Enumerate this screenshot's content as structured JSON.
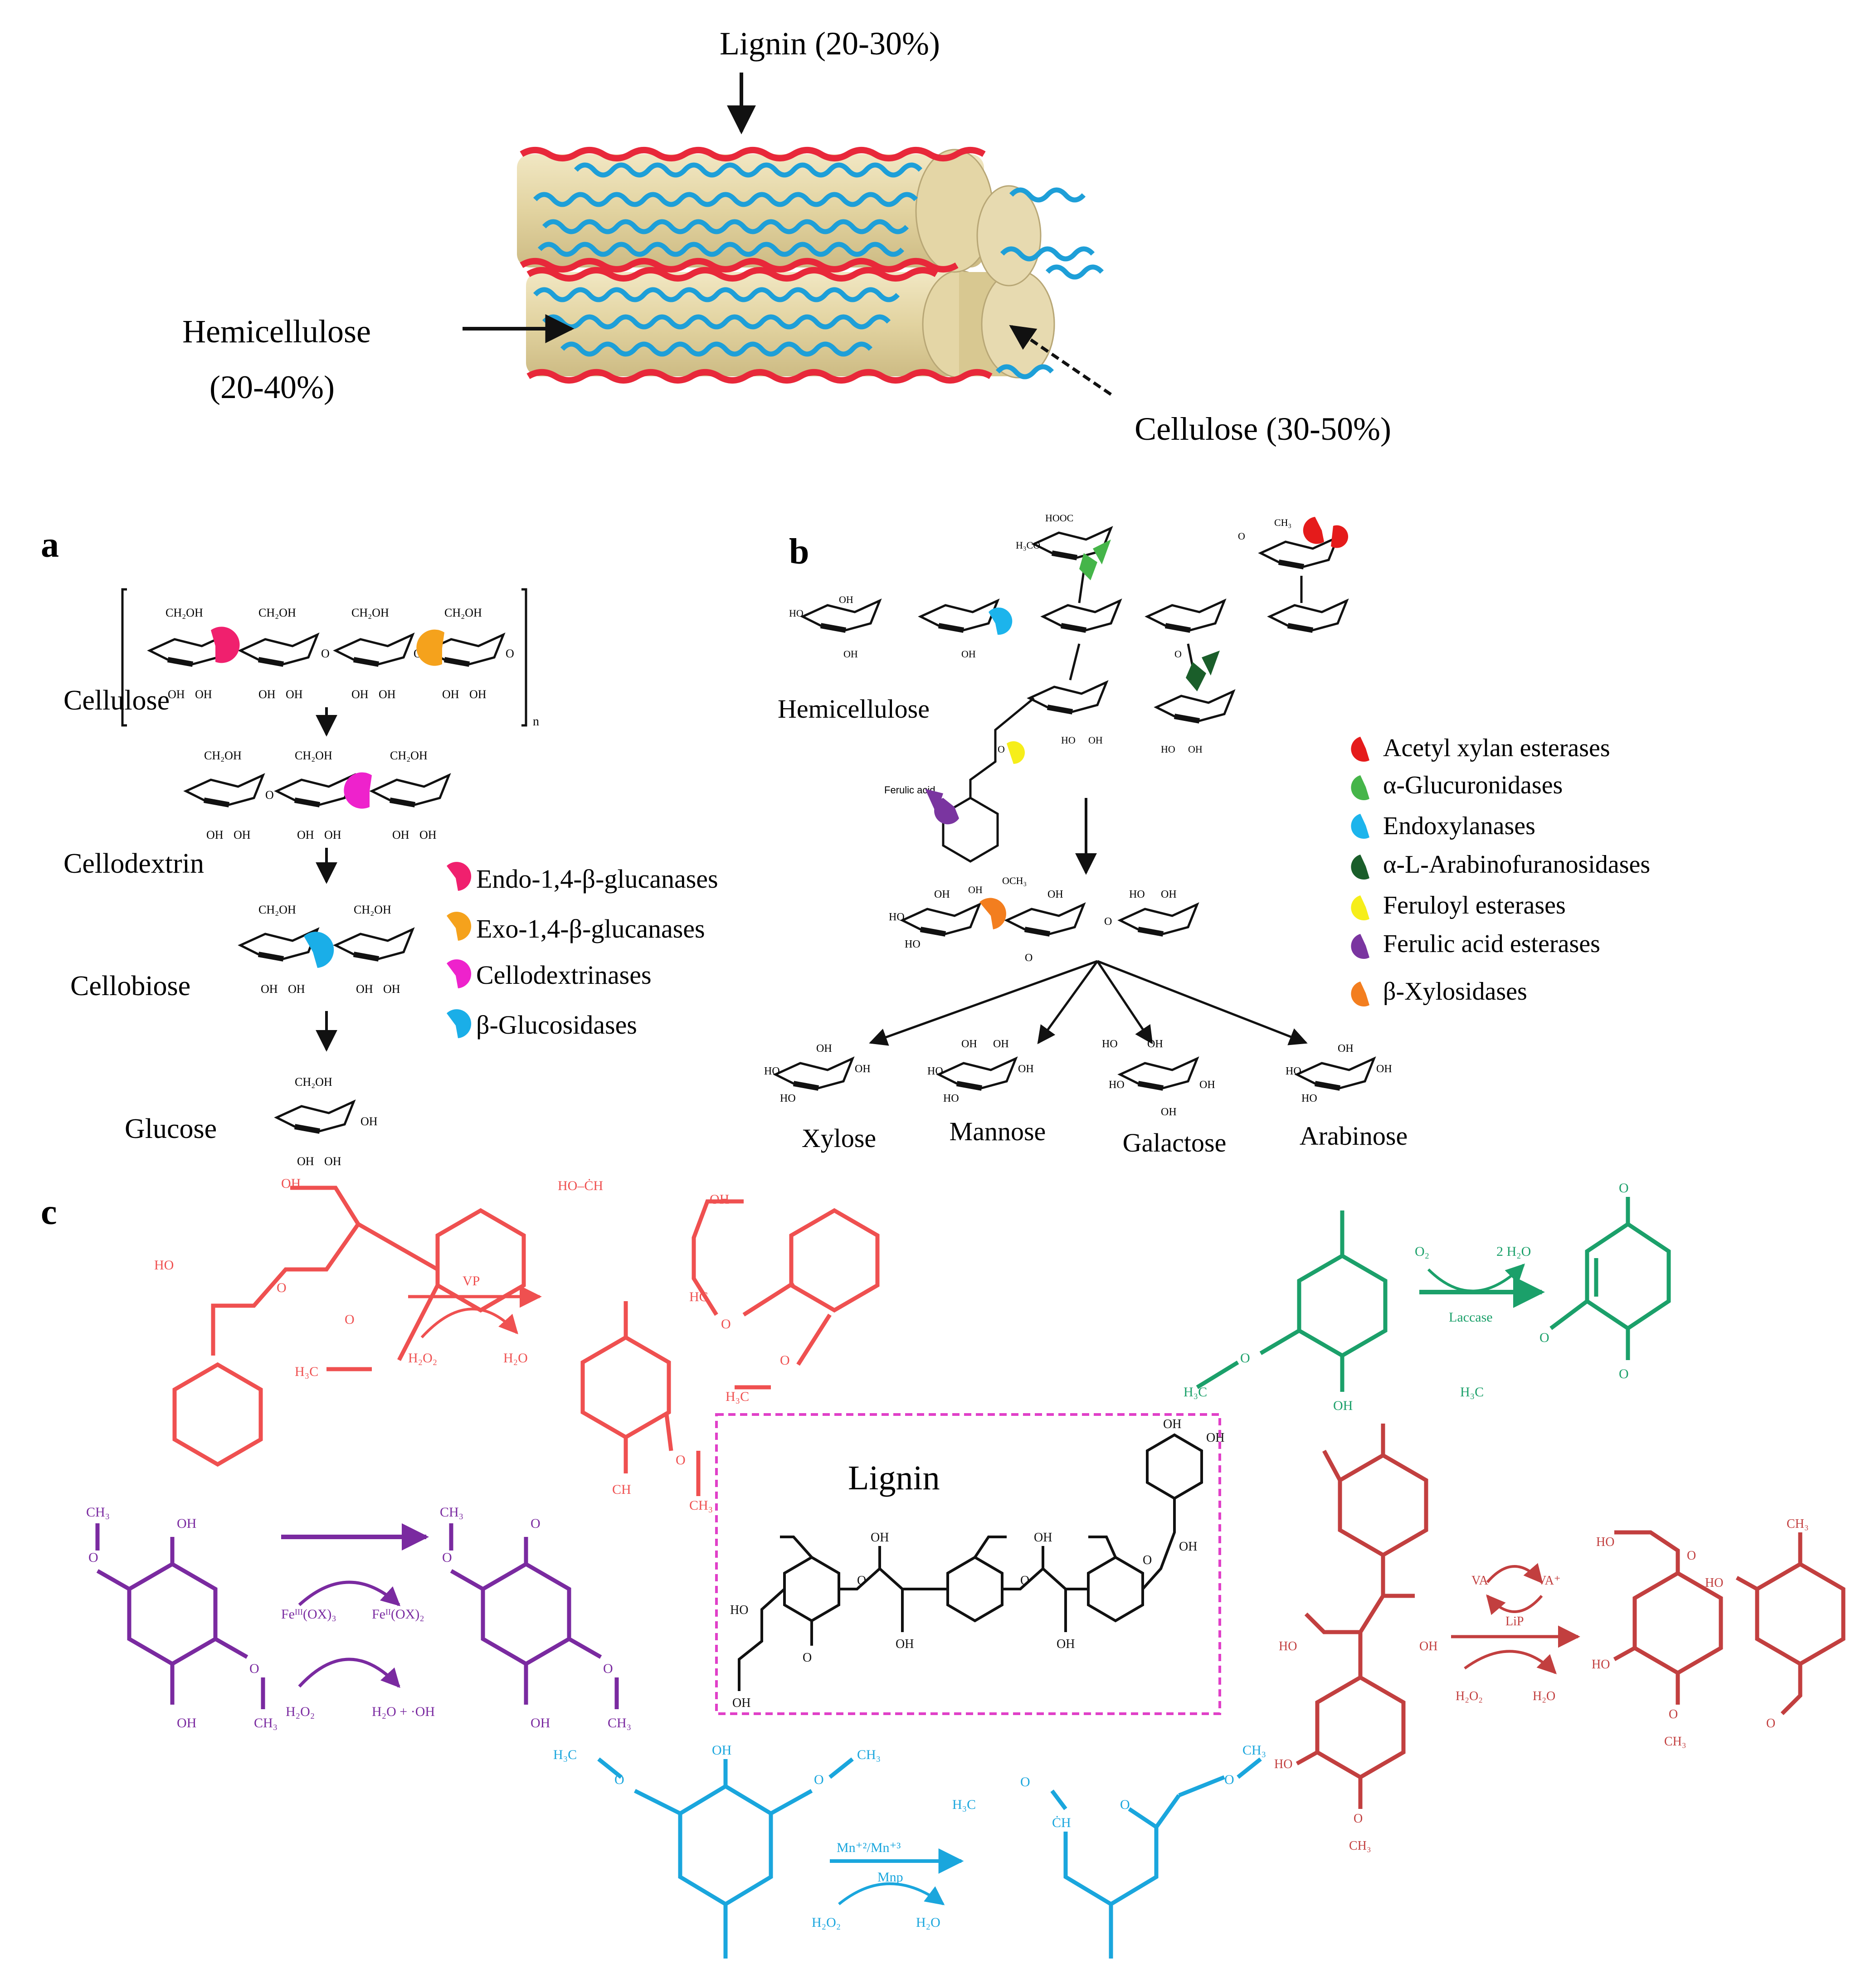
{
  "colors": {
    "lignin_strand": "#e8283a",
    "hemicellulose_strand": "#1e9fd8",
    "cellulose_fibril": "#e6d9ac",
    "endo_glucanase": "#f0206e",
    "exo_glucanase": "#f5a21c",
    "cellodextrinase": "#ee22cc",
    "beta_glucosidase": "#1aaee8",
    "acetyl_xylan_esterase": "#e51b1b",
    "glucuronidase": "#45b549",
    "endoxylanase": "#1cb4ec",
    "arabinofuranosidase": "#1a5e2a",
    "feruloyl_esterase": "#f6ee1a",
    "ferulic_acid_esterase": "#7a35a0",
    "beta_xylosidase": "#f37e1f",
    "vp_red": "#ef5050",
    "laccase_green": "#1ba06a",
    "fenton_purple": "#7a2aa0",
    "lip_brown": "#c23f3f",
    "mnp_blue": "#1aa6dd",
    "lignin_box": "#e040c8"
  },
  "top": {
    "lignin_label": "Lignin (20-30%)",
    "hemicellulose_label_line1": "Hemicellulose",
    "hemicellulose_label_line2": "(20-40%)",
    "cellulose_label": "Cellulose (30-50%)"
  },
  "panel_a": {
    "tag": "a",
    "steps": [
      "Cellulose",
      "Cellodextrin",
      "Cellobiose",
      "Glucose"
    ],
    "legend": [
      {
        "label": "Endo-1,4-β-glucanases",
        "icon": "endo-glucanase-icon"
      },
      {
        "label": "Exo-1,4-β-glucanases",
        "icon": "exo-glucanase-icon"
      },
      {
        "label": "Cellodextrinases",
        "icon": "cellodextrinase-icon"
      },
      {
        "label": "β-Glucosidases",
        "icon": "beta-glucosidase-icon"
      }
    ],
    "atoms": {
      "ch2oh": "CH₂OH",
      "oh": "OH",
      "o": "O",
      "n": "n"
    }
  },
  "panel_b": {
    "tag": "b",
    "substrate": "Hemicellulose",
    "ferulic_label": "Ferulic acid",
    "atoms": {
      "hooc": "HOOC",
      "h3co": "H₃CO",
      "och3": "OCH₃",
      "ho": "HO",
      "oh": "OH",
      "o": "O",
      "ch3": "CH₃"
    },
    "legend": [
      {
        "label": "Acetyl xylan esterases",
        "icon": "acetyl-xylan-esterase-icon"
      },
      {
        "label": "α-Glucuronidases",
        "icon": "glucuronidase-icon"
      },
      {
        "label": "Endoxylanases",
        "icon": "endoxylanase-icon"
      },
      {
        "label": "α-L-Arabinofuranosidases",
        "icon": "arabinofuranosidase-icon"
      },
      {
        "label": "Feruloyl esterases",
        "icon": "feruloyl-esterase-icon"
      },
      {
        "label": "Ferulic acid esterases",
        "icon": "ferulic-acid-esterase-icon"
      },
      {
        "label": "β-Xylosidases",
        "icon": "beta-xylosidase-icon"
      }
    ],
    "products": [
      "Xylose",
      "Mannose",
      "Galactose",
      "Arabinose"
    ]
  },
  "panel_c": {
    "tag": "c",
    "lignin_label": "Lignin",
    "vp": {
      "enzyme": "VP",
      "cosubstrate": "H₂O₂",
      "byproduct": "H₂O",
      "oh": "OH",
      "ho": "HO",
      "hc": "HC",
      "h3c": "H₃C",
      "o": "O",
      "hoch": "HO–ĊH",
      "ch": "CH",
      "ch3": "CH₃"
    },
    "laccase": {
      "enzyme": "Laccase",
      "cosubstrate": "O₂",
      "byproduct": "2 H₂O",
      "h3c": "H₃C",
      "o": "O",
      "oh": "OH"
    },
    "fenton": {
      "reagent_ox": "Feᴵᴵᴵ(OX)₃",
      "reagent_red": "Feᴵᴵ(OX)₂",
      "cosubstrate": "H₂O₂",
      "byproduct": "H₂O + ·OH",
      "ch3": "CH₃",
      "oh": "OH",
      "o": "O"
    },
    "lip": {
      "enzyme": "LiP",
      "mediator": "VA",
      "mediator_radical": "VA⁺",
      "cosubstrate": "H₂O₂",
      "byproduct": "H₂O",
      "ho": "HO",
      "oh": "OH",
      "o": "O",
      "ch3": "CH₃"
    },
    "mnp": {
      "enzyme": "Mnp",
      "cofactor": "Mn⁺²/Mn⁺³",
      "cosubstrate": "H₂O₂",
      "byproduct": "H₂O",
      "h3c": "H₃C",
      "oh": "OH",
      "o": "O",
      "ch3": "CH₃",
      "ch": "ĊH"
    },
    "core_atoms": {
      "oh": "OH",
      "ho": "HO",
      "o": "O"
    }
  }
}
